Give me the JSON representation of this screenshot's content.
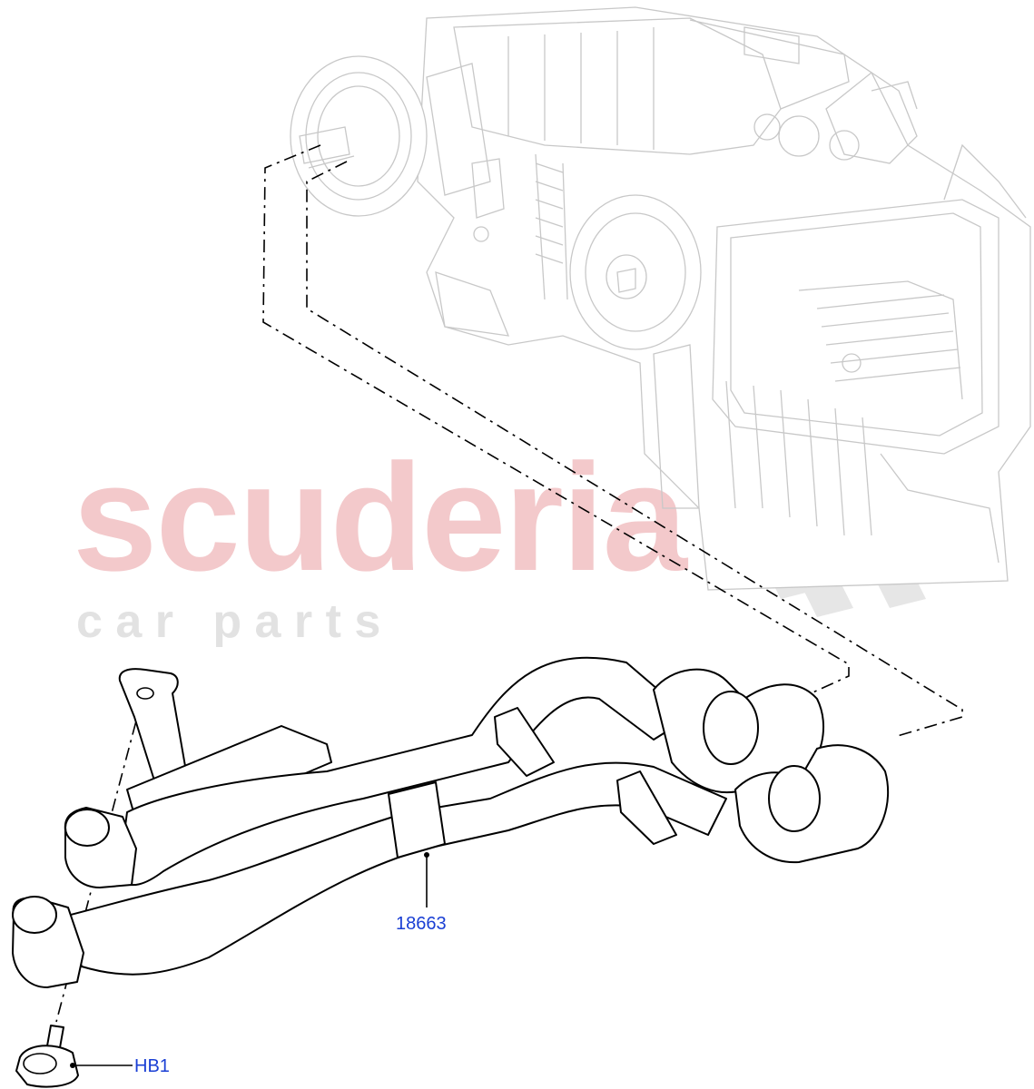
{
  "watermark": {
    "brand": "scuderia",
    "tagline": "c a r   p a r t s"
  },
  "callouts": [
    {
      "id": "hose-assembly",
      "label": "18663"
    },
    {
      "id": "bolt",
      "label": "HB1"
    }
  ],
  "colors": {
    "callout_text": "#1a3fd4",
    "watermark_brand": "#f3c9cb",
    "watermark_tagline": "#e2e2e2",
    "context_lines": "#c8c8c8",
    "part_lines": "#000000"
  }
}
